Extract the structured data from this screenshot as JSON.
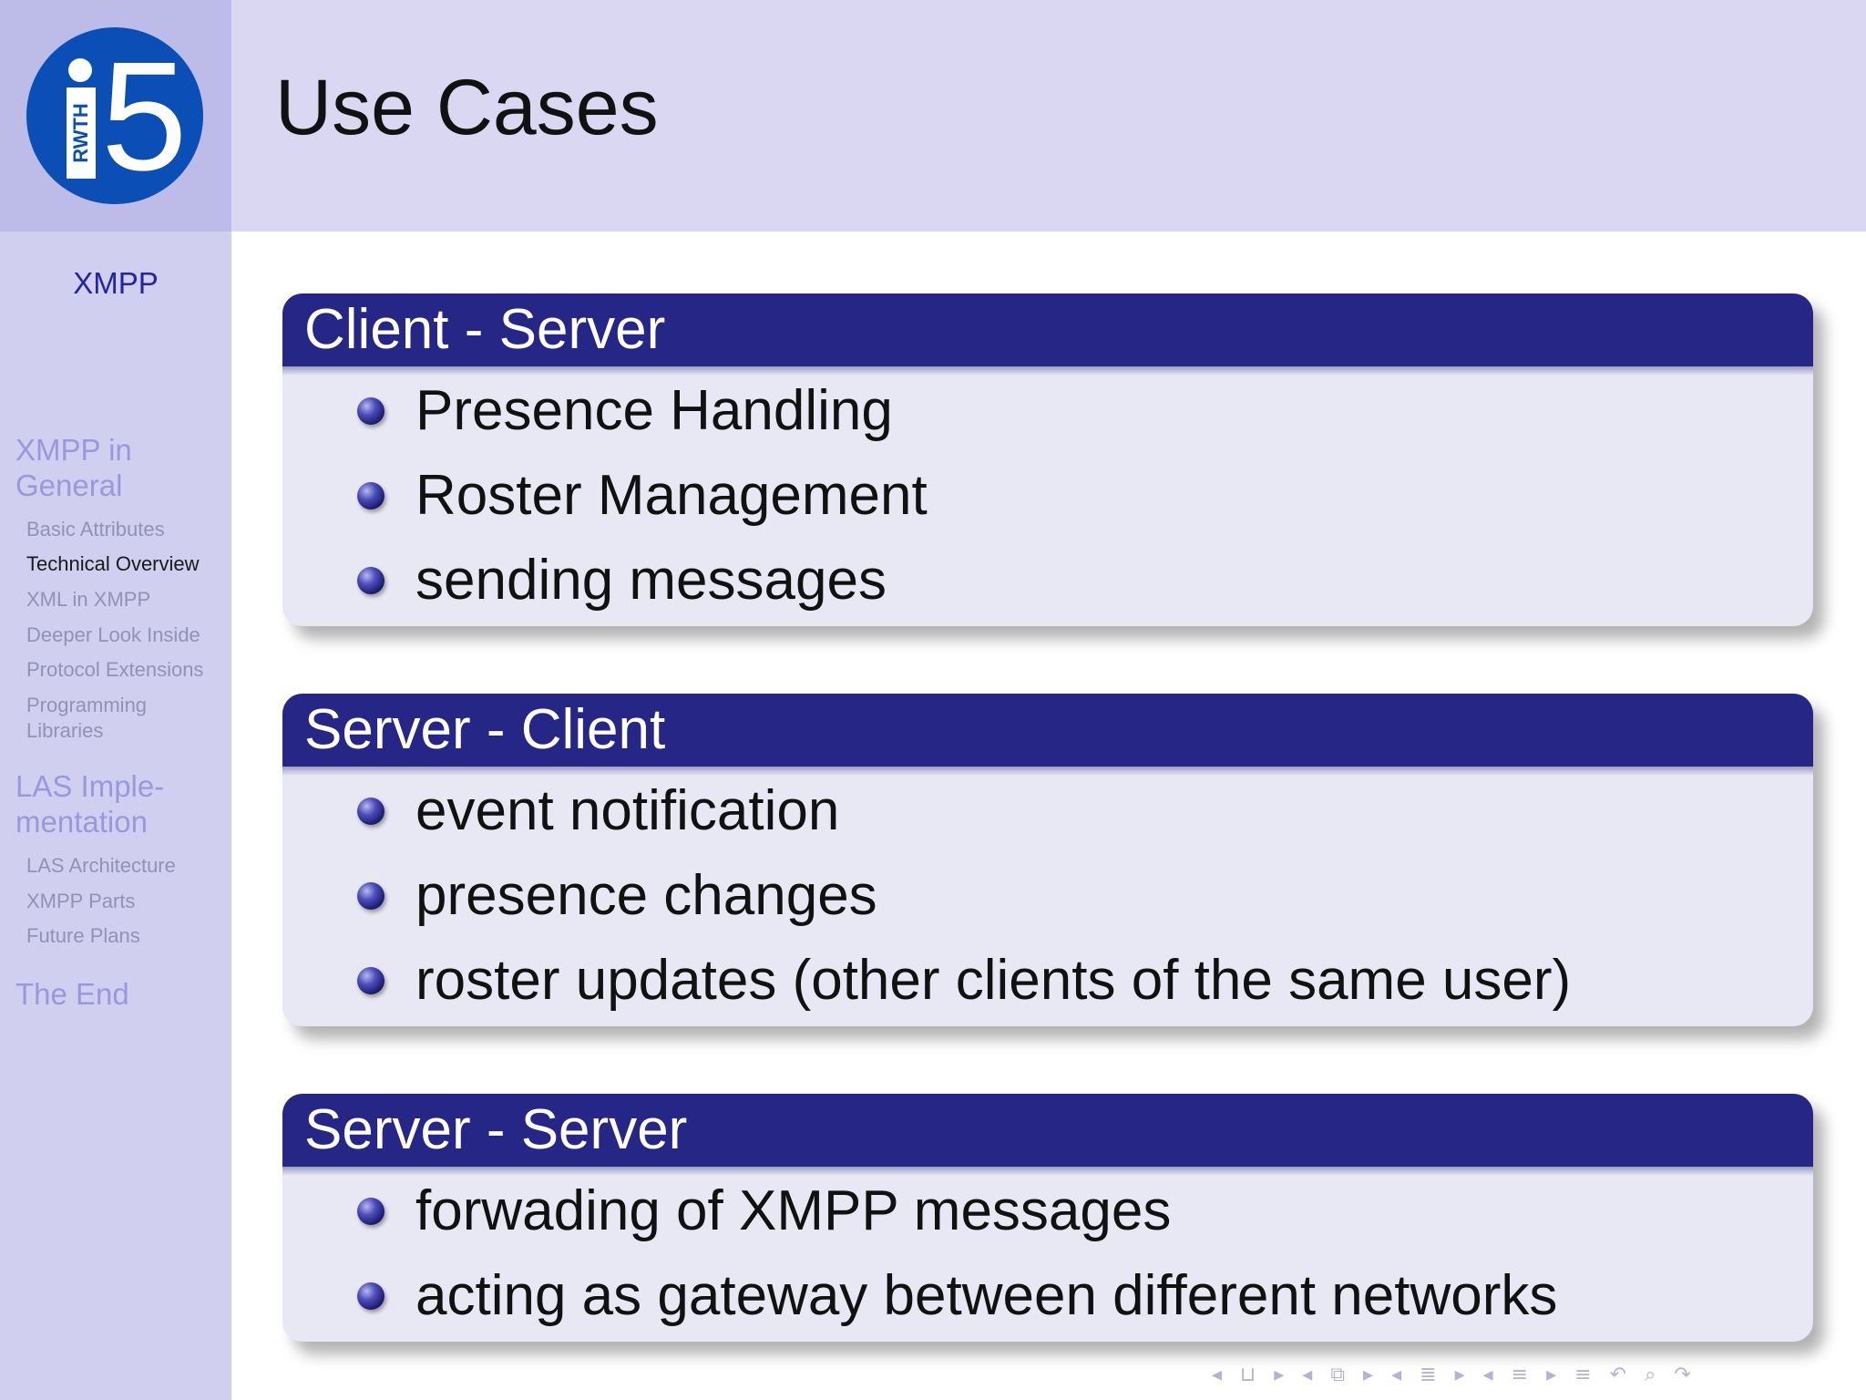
{
  "logo": {
    "number": "5",
    "text": "RWTH"
  },
  "sidebar": {
    "short_title": "XMPP",
    "sections": [
      {
        "title_lines": [
          "XMPP in",
          "General"
        ],
        "subsections": [
          {
            "label": "Basic Attributes",
            "active": false
          },
          {
            "label": "Technical Overview",
            "active": true
          },
          {
            "label": "XML in XMPP",
            "active": false
          },
          {
            "label": "Deeper Look Inside",
            "active": false
          },
          {
            "label": "Protocol Extensions",
            "active": false
          },
          {
            "label_lines": [
              "Programming",
              "Libraries"
            ],
            "active": false
          }
        ]
      },
      {
        "title_lines": [
          "LAS Imple-",
          "mentation"
        ],
        "subsections": [
          {
            "label": "LAS Architecture",
            "active": false
          },
          {
            "label": "XMPP Parts",
            "active": false
          },
          {
            "label": "Future Plans",
            "active": false
          }
        ]
      },
      {
        "title_lines": [
          "The End"
        ],
        "subsections": []
      }
    ]
  },
  "frame": {
    "title": "Use Cases"
  },
  "blocks": [
    {
      "title": "Client - Server",
      "items": [
        "Presence Handling",
        "Roster Management",
        "sending messages"
      ]
    },
    {
      "title": "Server - Client",
      "items": [
        "event notification",
        "presence changes",
        "roster updates (other clients of the same user)"
      ]
    },
    {
      "title": "Server - Server",
      "items": [
        "forwading of XMPP messages",
        "acting as gateway between different networks"
      ]
    }
  ],
  "navigation": {
    "icons": [
      "nav-prev-slide-icon",
      "nav-slide-icon",
      "nav-next-slide-icon",
      "nav-prev-frame-icon",
      "nav-frame-icon",
      "nav-next-frame-icon",
      "nav-prev-subsection-icon",
      "nav-subsection-icon",
      "nav-next-subsection-icon",
      "nav-prev-section-icon",
      "nav-section-icon",
      "nav-next-section-icon",
      "nav-document-icon",
      "nav-back-icon",
      "nav-search-icon",
      "nav-forward-icon"
    ]
  }
}
